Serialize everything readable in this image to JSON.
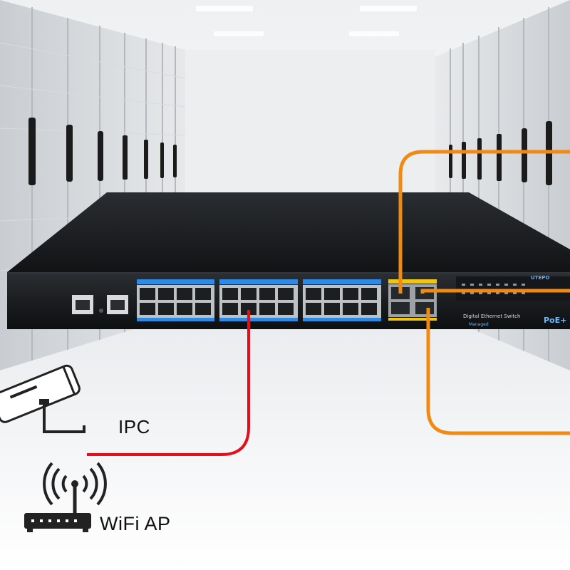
{
  "labels": {
    "ipc": "IPC",
    "wifi_ap": "WiFi AP"
  },
  "switch": {
    "brand": "UTEPO",
    "model": "Digital Ethernet Switch",
    "management": "Managed",
    "poe": "PoE+"
  },
  "icons": [
    "ip-camera-icon",
    "wifi-router-icon"
  ],
  "colors": {
    "cable_red": "#e3101b",
    "cable_orange": "#f08a12",
    "switch_body": "#1d1f22",
    "port_accent": "#2f8ae6",
    "sfp_accent": "#f2c60f"
  }
}
